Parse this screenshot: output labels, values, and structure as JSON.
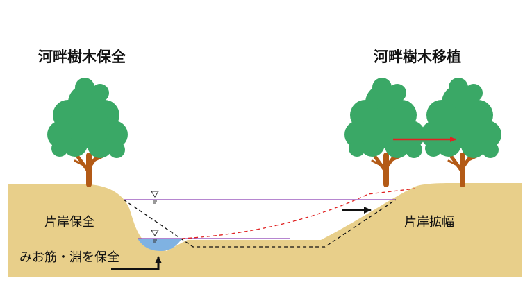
{
  "labels": {
    "left_title": "河畔樹木保全",
    "right_title": "河畔樹木移植",
    "left_bank": "片岸保全",
    "right_bank": "片岸拡幅",
    "channel": "みお筋・淵を保全"
  },
  "colors": {
    "ground": "#e8cf8a",
    "foliage": "#3aa866",
    "trunk": "#b35a16",
    "water": "#7fb2e2",
    "water_level_line": "#8a3fb5",
    "old_profile_dash": "#111111",
    "new_profile_dash": "#e02222",
    "move_arrow": "#e02222",
    "widen_arrow": "#111111"
  }
}
